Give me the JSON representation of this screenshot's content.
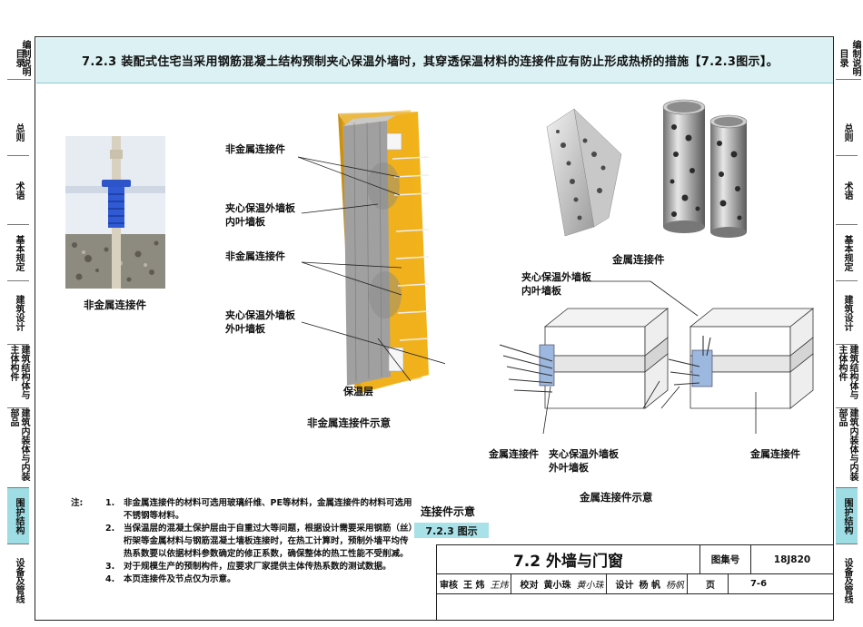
{
  "header": {
    "text": "7.2.3 装配式住宅当采用钢筋混凝土结构预制夹心保温外墙时，其穿透保温材料的连接件应有防止形成热桥的措施【7.2.3图示】。"
  },
  "side_tabs_left": [
    "目录",
    "编制说明",
    "总则",
    "术语",
    "基本规定",
    "建筑设计",
    "建筑结构体与主体构件",
    "建筑内装体与内装部品",
    "围护结构",
    "设备及管线"
  ],
  "side_tabs_right": [
    "目录",
    "编制说明",
    "总则",
    "术语",
    "基本规定",
    "建筑设计",
    "建筑结构体与主体构件",
    "建筑内装体与内装部品",
    "围护结构",
    "设备及管线"
  ],
  "active_tab": "围护结构",
  "photo_caption": "非金属连接件",
  "nonmetal_diagram": {
    "labels": [
      "非金属连接件",
      "夹心保温外墙板",
      "内叶墙板",
      "非金属连接件",
      "夹心保温外墙板",
      "外叶墙板",
      "保温层"
    ],
    "caption": "非金属连接件示意"
  },
  "metal_photo_caption": "金属连接件",
  "metal_diagram": {
    "label_top_1": "夹心保温外墙板",
    "label_top_2": "内叶墙板",
    "label_left": "金属连接件",
    "label_mid_1": "夹心保温外墙板",
    "label_mid_2": "外叶墙板",
    "label_right": "金属连接件",
    "caption": "金属连接件示意"
  },
  "notes": {
    "prefix": "注:",
    "items": [
      {
        "n": "1.",
        "text": "非金属连接件的材料可选用玻璃纤维、PE等材料，金属连接件的材料可选用不锈钢等材料。"
      },
      {
        "n": "2.",
        "text": "当保温层的混凝土保护层由于自重过大等问题，根据设计需要采用钢筋（丝）桁架等金属材料与钢筋混凝土墙板连接时，在热工计算时，预制外墙平均传热系数要以依据材料参数确定的修正系数，确保整体的热工性能不受削减。"
      },
      {
        "n": "3.",
        "text": "对于规模生产的预制构件，应要求厂家提供主体传热系数的测试数据。"
      },
      {
        "n": "4.",
        "text": "本页连接件及节点仅为示意。"
      }
    ]
  },
  "figure": {
    "title": "连接件示意",
    "number": "7.2.3 图示"
  },
  "title_block": {
    "title": "7.2 外墙与门窗",
    "atlas_label": "图集号",
    "atlas_no": "18J820",
    "review_label": "审核",
    "review_name": "王 炜",
    "review_sig": "王炜",
    "check_label": "校对",
    "check_name": "黄小珠",
    "check_sig": "黄小珠",
    "design_label": "设计",
    "design_name": "杨 帆",
    "design_sig": "杨帆",
    "page_label": "页",
    "page_no": "7-6"
  },
  "colors": {
    "header_band": "#dcf1f3",
    "tab_active": "#9fdde4",
    "insulation": "#f2b21a",
    "concrete": "#9a9a9a",
    "fig_num_bg": "#a8e1e7"
  }
}
